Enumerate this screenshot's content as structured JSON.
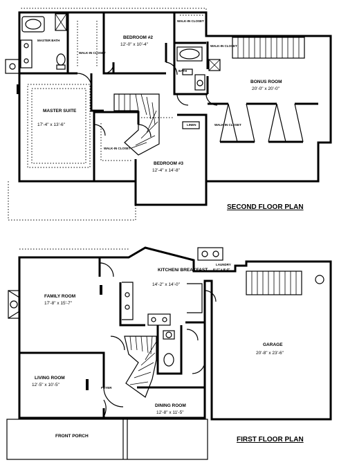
{
  "second_floor": {
    "title": "SECOND FLOOR PLAN",
    "master_bath": "MASTER BATH",
    "walk_in_closet": "WALK-IN CLOSET",
    "bedroom2": {
      "name": "BEDROOM #2",
      "size": "12'-0\" x 10'-4\""
    },
    "bath": "BATH",
    "bonus_room": {
      "name": "BONUS ROOM",
      "size": "20'-0\" x 20'-0\""
    },
    "master_suite": {
      "name": "MASTER SUITE",
      "size": "17'-4\" x 13'-6\""
    },
    "bedroom3": {
      "name": "BEDROOM #3",
      "size": "12'-4\" x 14'-8\""
    },
    "linen": "LINEN"
  },
  "first_floor": {
    "title": "FIRST FLOOR PLAN",
    "family_room": {
      "name": "FAMILY ROOM",
      "size": "17'-8\" x 15'-7\""
    },
    "kitchen": {
      "name": "KITCHEN/ BREAKFAST",
      "size": "14'-2\" x 14'-0\""
    },
    "laundry": {
      "name": "LAUNDRY",
      "size": "6'-2\" x 6'-3\""
    },
    "garage": {
      "name": "GARAGE",
      "size": "20'-8\" x 23'-6\""
    },
    "living_room": {
      "name": "LIVING ROOM",
      "size": "12'-5\" x 10'-5\""
    },
    "foyer": "FOYER",
    "dining_room": {
      "name": "DINING ROOM",
      "size": "12'-8\" x 11'-5\""
    },
    "front_porch": "FRONT PORCH"
  }
}
